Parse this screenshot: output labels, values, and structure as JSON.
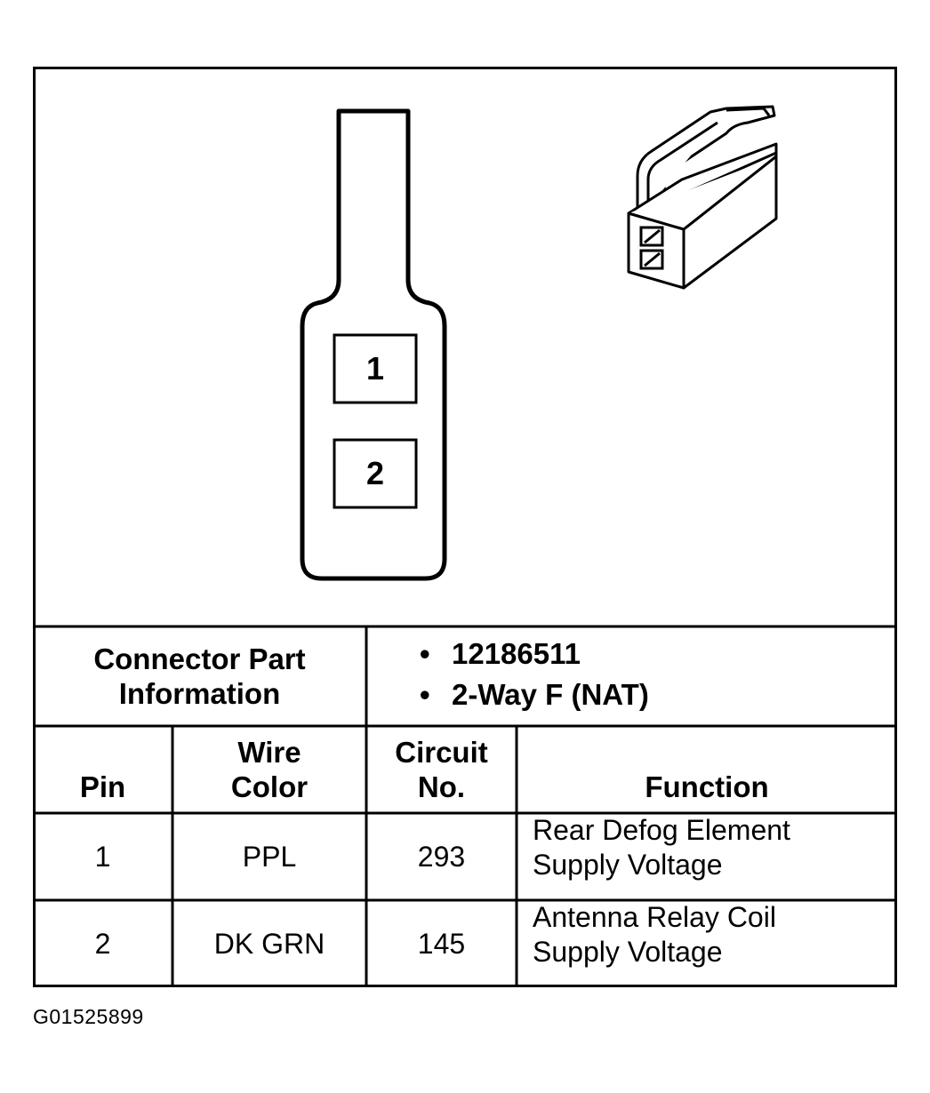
{
  "connector_pins": [
    "1",
    "2"
  ],
  "part_info": {
    "label_line1": "Connector Part",
    "label_line2": "Information",
    "bullet": "•",
    "part_number": "12186511",
    "description": "2-Way F (NAT)"
  },
  "table": {
    "headers": {
      "pin": "Pin",
      "wire_color_line1": "Wire",
      "wire_color_line2": "Color",
      "circuit_line1": "Circuit",
      "circuit_line2": "No.",
      "function": "Function"
    },
    "rows": [
      {
        "pin": "1",
        "wire_color": "PPL",
        "circuit": "293",
        "function_line1": "Rear Defog Element",
        "function_line2": "Supply Voltage"
      },
      {
        "pin": "2",
        "wire_color": "DK GRN",
        "circuit": "145",
        "function_line1": "Antenna Relay Coil",
        "function_line2": "Supply Voltage"
      }
    ]
  },
  "figure_code": "G01525899"
}
